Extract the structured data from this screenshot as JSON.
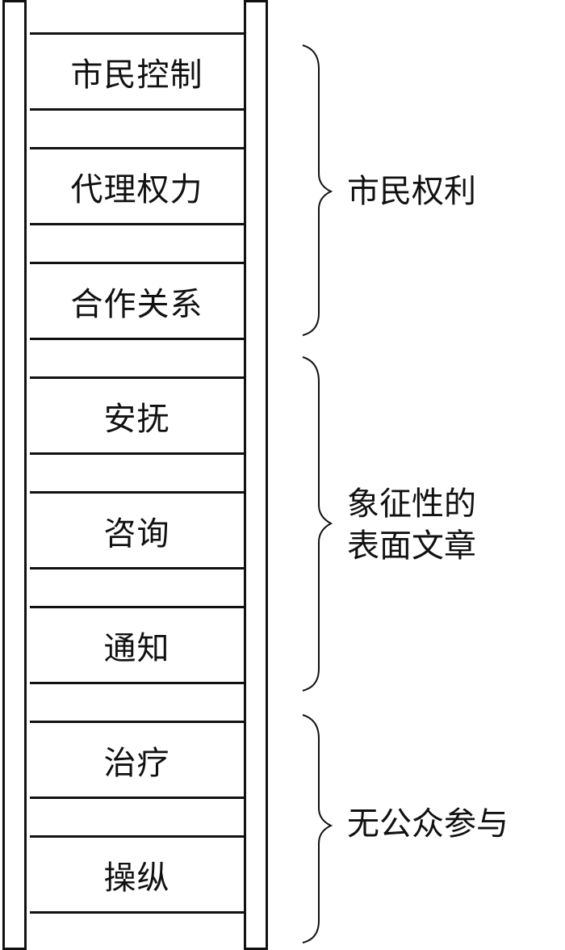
{
  "ladder": {
    "rungs": [
      "市民控制",
      "代理权力",
      "合作关系",
      "安抚",
      "咨询",
      "通知",
      "治疗",
      "操纵"
    ]
  },
  "groups": [
    {
      "label_lines": [
        "市民权利"
      ]
    },
    {
      "label_lines": [
        "象征性的",
        "表面文章"
      ]
    },
    {
      "label_lines": [
        "无公众参与"
      ]
    }
  ]
}
